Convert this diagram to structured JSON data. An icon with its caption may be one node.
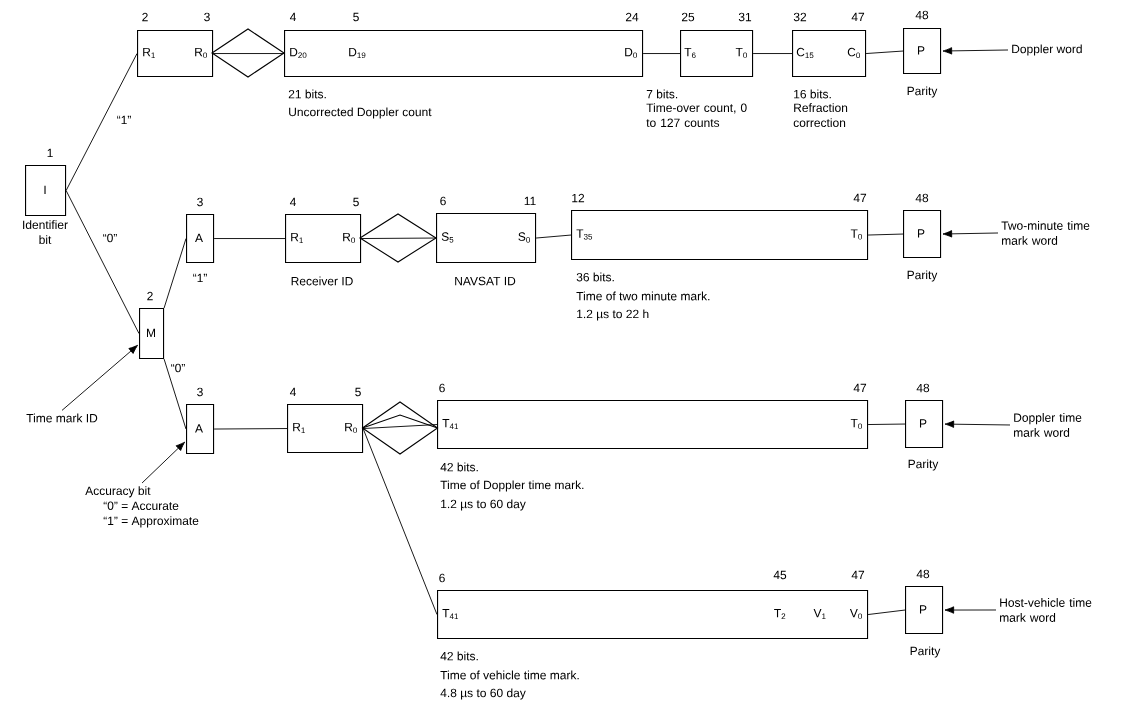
{
  "diagram": {
    "nodes": [
      {
        "text": [
          "I"
        ],
        "beside": [
          "1",
          "Identifier bit"
        ]
      },
      {
        "text": [
          "R$_{1}$",
          "R$_{0}$"
        ],
        "beside": [
          "2",
          "3"
        ]
      },
      {
        "text": [
          "D$_{20}$",
          "D$_{19}$",
          "D$_{0}$"
        ],
        "beside": [
          "4",
          "5",
          "24",
          "21 bits.",
          "Uncorrected Doppler count"
        ]
      },
      {
        "text": [
          "T$_{6}$",
          "T$_{0}$"
        ],
        "beside": [
          "25",
          "31",
          "7 bits.",
          "Time-over count, 0 to 127 counts"
        ]
      },
      {
        "text": [
          "C$_{15}$",
          "C$_{0}$"
        ],
        "beside": [
          "32",
          "47",
          "16 bits.",
          "Refraction correction"
        ]
      },
      {
        "text": [
          "P"
        ],
        "beside": [
          "48",
          "Parity"
        ]
      },
      {
        "text": [
          "Doppler word"
        ]
      },
      {
        "text": [
          "M"
        ],
        "beside": [
          "2"
        ]
      },
      {
        "text": [
          "Time mark ID"
        ]
      },
      {
        "text": [
          "A"
        ],
        "beside": [
          "3"
        ]
      },
      {
        "text": [
          "R$_{1}$",
          "R$_{0}$"
        ],
        "beside": [
          "4",
          "5",
          "Receiver ID"
        ]
      },
      {
        "text": [
          "S$_{5}$",
          "S$_{0}$"
        ],
        "beside": [
          "6",
          "11",
          "NAVSAT ID"
        ]
      },
      {
        "text": [
          "T$_{35}$",
          "T$_{0}$"
        ],
        "beside": [
          "12",
          "47",
          "36 bits.",
          "Time of two minute mark.",
          "1.2 µs to 22 h"
        ]
      },
      {
        "text": [
          "P"
        ],
        "beside": [
          "48",
          "Parity"
        ]
      },
      {
        "text": [
          "Two-minute time mark word"
        ]
      },
      {
        "text": [
          "A"
        ],
        "beside": [
          "3"
        ]
      },
      {
        "text": [
          "Accuracy bit",
          "“0” = Accurate",
          "“1” = Approximate"
        ]
      },
      {
        "text": [
          "R$_{1}$",
          "R$_{0}$"
        ],
        "beside": [
          "4",
          "5"
        ]
      },
      {
        "text": [
          "T$_{41}$",
          "T$_{0}$"
        ],
        "beside": [
          "6",
          "47",
          "42 bits.",
          "Time of Doppler time mark.",
          "1.2 µs to 60 day"
        ]
      },
      {
        "text": [
          "P"
        ],
        "beside": [
          "48",
          "Parity"
        ]
      },
      {
        "text": [
          "Doppler time mark word"
        ]
      },
      {
        "text": [
          "T$_{41}$",
          "T$_{2}$",
          "V$_{1}$",
          "V$_{0}$"
        ],
        "beside": [
          "6",
          "45",
          "47",
          "42 bits.",
          "Time of vehicle time mark.",
          "4.8 µs to 60 day"
        ]
      },
      {
        "text": [
          "P"
        ],
        "beside": [
          "48",
          "Parity"
        ]
      },
      {
        "text": [
          "Host-vehicle time mark word"
        ]
      }
    ],
    "edges": [
      {
        "from": 0,
        "to": 1,
        "arrow": "none",
        "label": "“1”"
      },
      {
        "from": 0,
        "to": 7,
        "arrow": "none",
        "label": "“0”"
      },
      {
        "from": 1,
        "to": 2,
        "arrow": "none"
      },
      {
        "from": 2,
        "to": 3,
        "arrow": "none"
      },
      {
        "from": 3,
        "to": 4,
        "arrow": "none"
      },
      {
        "from": 4,
        "to": 5,
        "arrow": "none"
      },
      {
        "from": 6,
        "to": 5,
        "arrow": "to"
      },
      {
        "from": 8,
        "to": 7,
        "arrow": "to"
      },
      {
        "from": 7,
        "to": 9,
        "arrow": "none",
        "label": "“1”"
      },
      {
        "from": 7,
        "to": 15,
        "arrow": "none",
        "label": "“0”"
      },
      {
        "from": 9,
        "to": 10,
        "arrow": "none"
      },
      {
        "from": 10,
        "to": 11,
        "arrow": "none"
      },
      {
        "from": 11,
        "to": 12,
        "arrow": "none"
      },
      {
        "from": 12,
        "to": 13,
        "arrow": "none"
      },
      {
        "from": 14,
        "to": 13,
        "arrow": "to"
      },
      {
        "from": 16,
        "to": 15,
        "arrow": "to"
      },
      {
        "from": 15,
        "to": 17,
        "arrow": "none"
      },
      {
        "from": 17,
        "to": 18,
        "arrow": "none"
      },
      {
        "from": 17,
        "to": 21,
        "arrow": "none"
      },
      {
        "from": 18,
        "to": 19,
        "arrow": "none"
      },
      {
        "from": 20,
        "to": 19,
        "arrow": "to"
      },
      {
        "from": 21,
        "to": 22,
        "arrow": "none"
      },
      {
        "from": 23,
        "to": 22,
        "arrow": "to"
      }
    ]
  }
}
